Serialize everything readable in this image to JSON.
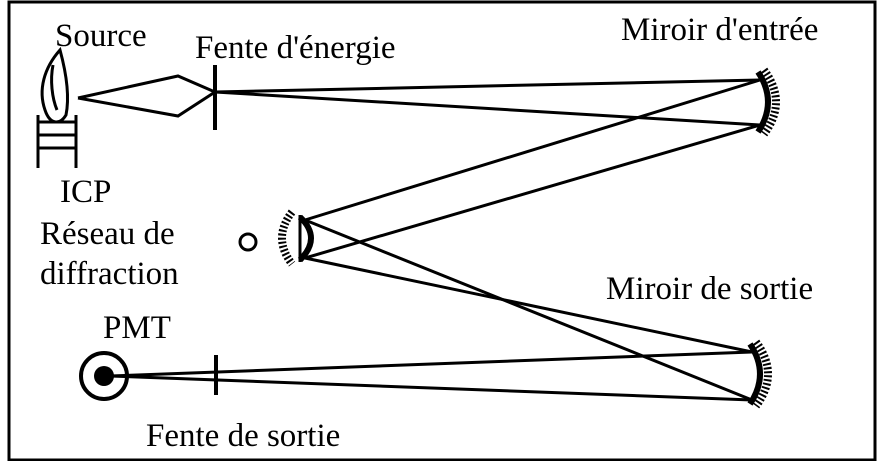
{
  "labels": {
    "source": "Source",
    "entrance_slit": "Fente d'énergie",
    "entrance_mirror": "Miroir d'entrée",
    "icp": "ICP",
    "grating_line1": "Réseau de",
    "grating_line2": "diffraction",
    "exit_mirror": "Miroir de sortie",
    "pmt": "PMT",
    "exit_slit": "Fente de sortie"
  },
  "colors": {
    "ink": "#000000",
    "background": "#ffffff"
  }
}
